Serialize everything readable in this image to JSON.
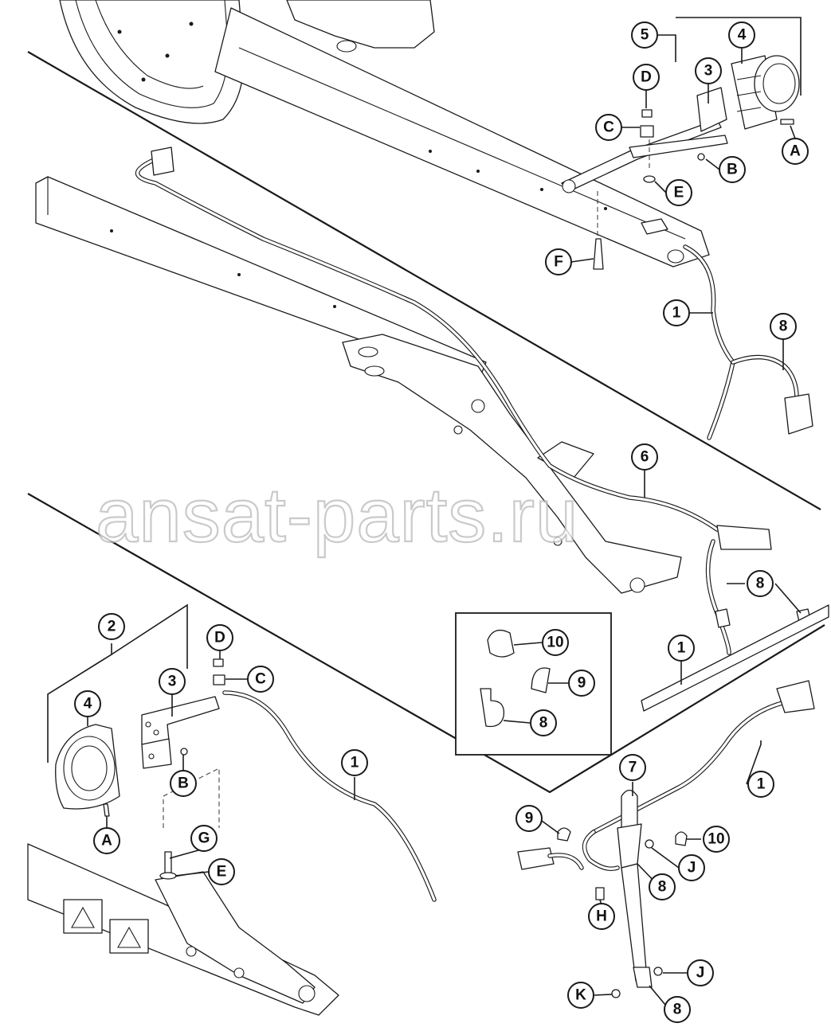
{
  "watermark": "ansat-parts.ru",
  "callouts": {
    "top": [
      "5",
      "4",
      "3",
      "D",
      "C",
      "A",
      "B",
      "E",
      "F",
      "1",
      "8"
    ],
    "middle": [
      "6",
      "8",
      "1"
    ],
    "detail_inset": [
      "10",
      "9",
      "8"
    ],
    "bottom_left": [
      "2",
      "D",
      "3",
      "C",
      "4",
      "B",
      "A",
      "1",
      "G",
      "E"
    ],
    "bottom_right": [
      "7",
      "1",
      "9",
      "10",
      "J",
      "8",
      "H",
      "J",
      "K",
      "8"
    ]
  }
}
